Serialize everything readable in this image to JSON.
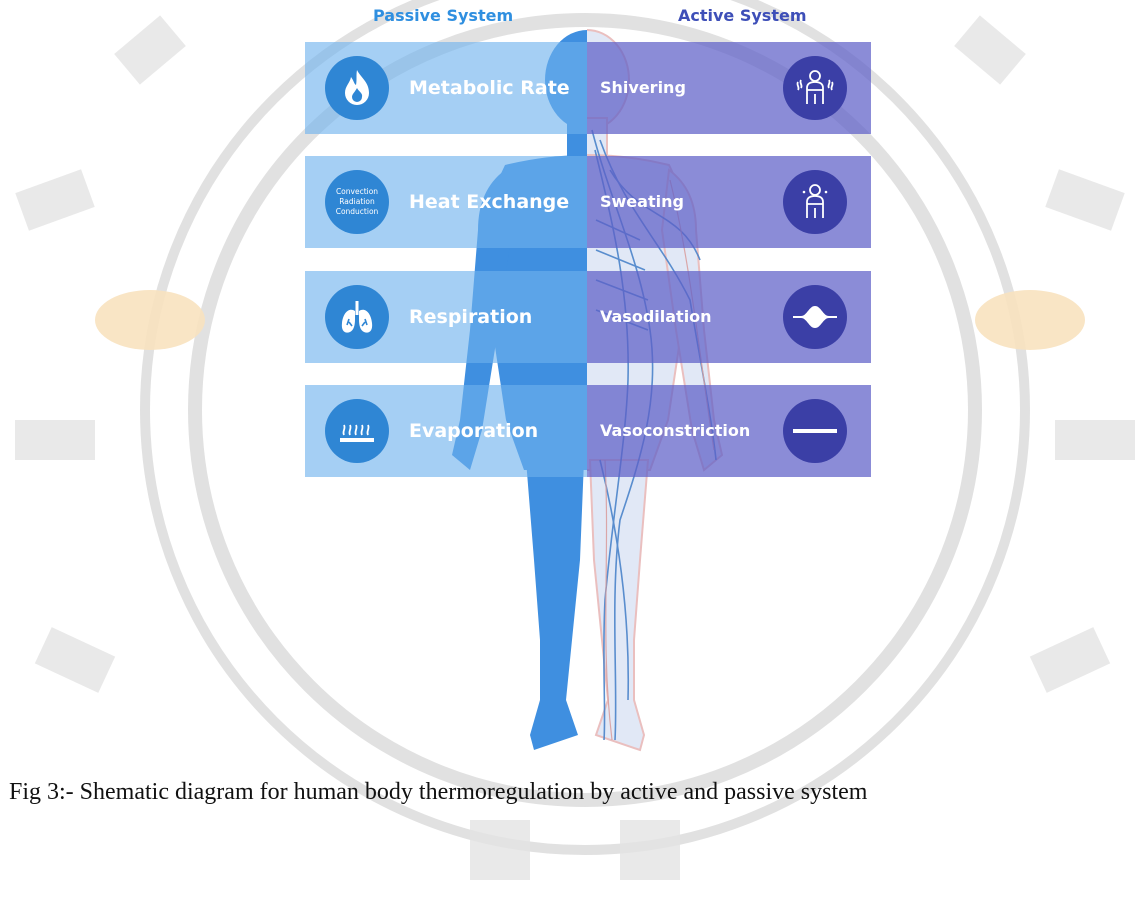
{
  "headings": {
    "passive": "Passive System",
    "active": "Active System"
  },
  "passive_system": [
    {
      "label": "Metabolic Rate",
      "icon": "flame-icon"
    },
    {
      "label": "Heat Exchange",
      "icon": "heat-exchange-icon",
      "icon_text": [
        "Convection",
        "Radiation",
        "Conduction"
      ]
    },
    {
      "label": "Respiration",
      "icon": "lungs-icon"
    },
    {
      "label": "Evaporation",
      "icon": "evaporation-icon"
    }
  ],
  "active_system": [
    {
      "label": "Shivering",
      "icon": "shivering-person-icon"
    },
    {
      "label": "Sweating",
      "icon": "sweating-person-icon"
    },
    {
      "label": "Vasodilation",
      "icon": "dilated-vessel-icon"
    },
    {
      "label": "Vasoconstriction",
      "icon": "constricted-vessel-icon"
    }
  ],
  "caption": "Fig 3:- Shematic diagram for human body thermoregulation by active and passive system",
  "colors": {
    "passive_band": "#6eb2ee",
    "passive_circle": "#2f86d4",
    "active_band": "#5e60c8",
    "active_circle": "#3b3fa6",
    "body_blue": "#3f8fe0",
    "watermark": "#dadada",
    "watermark_logo": "#f6d7a8"
  }
}
